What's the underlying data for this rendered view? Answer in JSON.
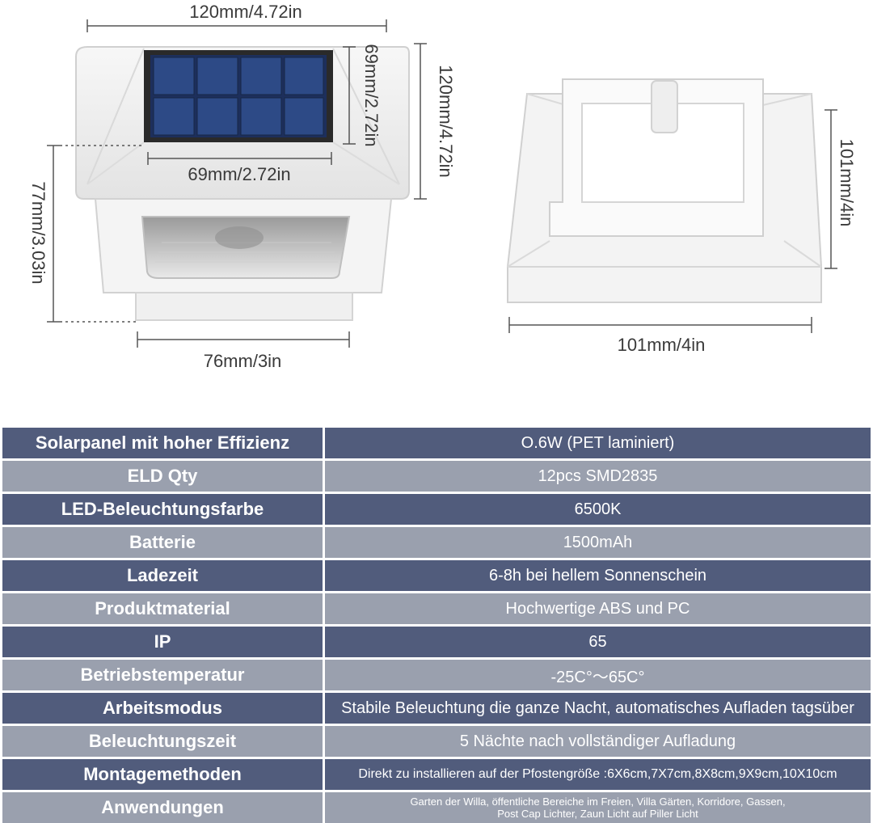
{
  "dimensions": {
    "top_width": "120mm/4.72in",
    "panel_height": "69mm/2.72in",
    "side_height": "120mm/4.72in",
    "panel_width": "69mm/2.72in",
    "total_height": "77mm/3.03in",
    "bottom_width": "76mm/3in",
    "base_height": "101mm/4in",
    "base_width": "101mm/4in"
  },
  "colors": {
    "row_dark": "#515c7c",
    "row_light": "#9aa0ae",
    "solar_panel": "#1d2f5c",
    "housing": "#f2f2f2"
  },
  "specs": [
    {
      "label": "Solarpanel mit hoher Effizienz",
      "value": "O.6W (PET laminiert)"
    },
    {
      "label": "ELD Qty",
      "value": "12pcs SMD2835"
    },
    {
      "label": "LED-Beleuchtungsfarbe",
      "value": "6500K"
    },
    {
      "label": "Batterie",
      "value": "1500mAh"
    },
    {
      "label": "Ladezeit",
      "value": "6-8h bei hellem Sonnenschein"
    },
    {
      "label": "Produktmaterial",
      "value": "Hochwertige ABS und PC"
    },
    {
      "label": "IP",
      "value": "65"
    },
    {
      "label": "Betriebstemperatur",
      "value": "-25C°～65C°"
    },
    {
      "label": "Arbeitsmodus",
      "value": "Stabile Beleuchtung die ganze Nacht, automatisches Aufladen tagsüber"
    },
    {
      "label": "Beleuchtungszeit",
      "value": "5 Nächte nach vollständiger Aufladung"
    },
    {
      "label": "Montagemethoden",
      "value": "Direkt zu installieren auf der Pfostengröße :6X6cm,7X7cm,8X8cm,9X9cm,10X10cm"
    },
    {
      "label": "Anwendungen",
      "value_line1": "Garten der Willa, öffentliche Bereiche im Freien, Villa Gärten, Korridore, Gassen,",
      "value_line2": "Post Cap Lichter, Zaun Licht auf Piller Licht"
    }
  ]
}
